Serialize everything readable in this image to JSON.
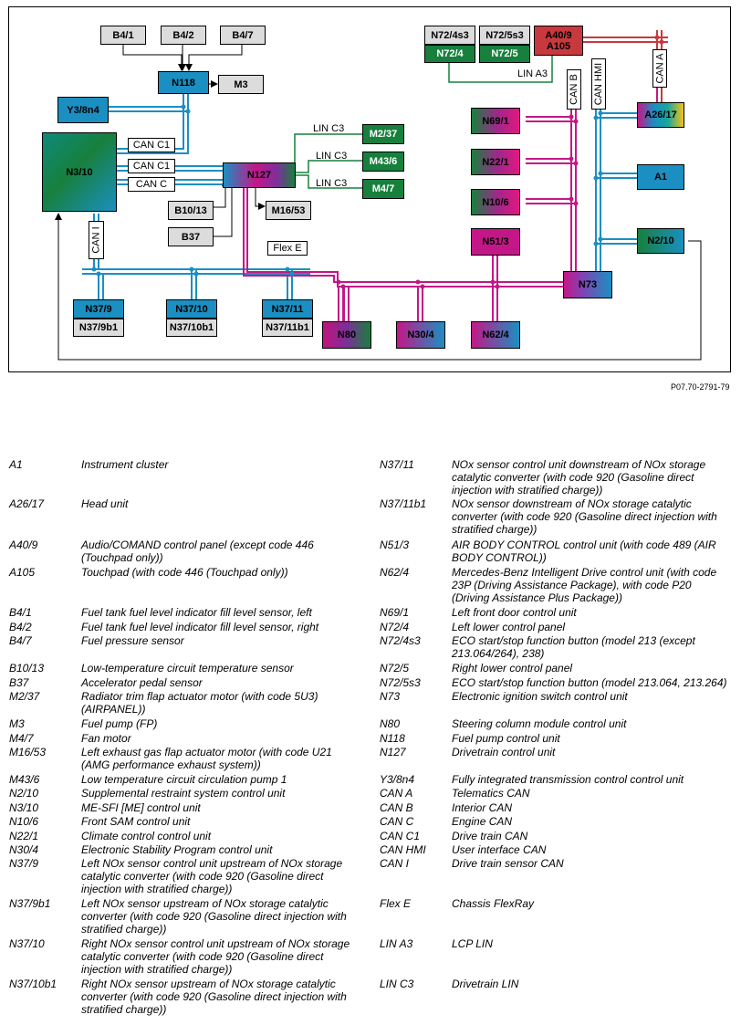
{
  "diagram": {
    "boxes": {
      "b41": "B4/1",
      "b42": "B4/2",
      "b47": "B4/7",
      "n118": "N118",
      "m3": "M3",
      "y38n4": "Y3/8n4",
      "n310": "N3/10",
      "n127": "N127",
      "b1013": "B10/13",
      "b37": "B37",
      "m1653": "M16/53",
      "m237": "M2/37",
      "m436": "M43/6",
      "m47": "M4/7",
      "n379": "N37/9",
      "n379b1": "N37/9b1",
      "n3710": "N37/10",
      "n3710b1": "N37/10b1",
      "n3711": "N37/11",
      "n3711b1": "N37/11b1",
      "n80": "N80",
      "n304": "N30/4",
      "n624": "N62/4",
      "n513": "N51/3",
      "n73": "N73",
      "n691": "N69/1",
      "n221": "N22/1",
      "n106": "N10/6",
      "n724s3": "N72/4s3",
      "n724": "N72/4",
      "n725s3": "N72/5s3",
      "n725": "N72/5",
      "a409": "A40/9",
      "a105": "A105",
      "a2617": "A26/17",
      "a1": "A1",
      "n210": "N2/10"
    },
    "bus_labels": {
      "can_c1_a": "CAN C1",
      "can_c1_b": "CAN C1",
      "can_c": "CAN C",
      "can_i": "CAN I",
      "flex_e": "Flex E",
      "lin_c3_a": "LIN C3",
      "lin_c3_b": "LIN C3",
      "lin_c3_c": "LIN C3",
      "lin_a3": "LIN A3",
      "can_b": "CAN B",
      "can_hmi": "CAN HMI",
      "can_a": "CAN A"
    },
    "colors": {
      "can_blue": "#1b8fc1",
      "flexray_magenta": "#c41787",
      "lin_green": "#17803d",
      "can_a_red": "#c8393d",
      "module_grey": "#dcdcdc"
    }
  },
  "figure_code": "P07.70-2791-79",
  "legend_left": [
    {
      "code": "A1",
      "desc": [
        "Instrument cluster"
      ]
    },
    {
      "code": "A26/17",
      "desc": [
        "Head unit"
      ]
    },
    {
      "code": "A40/9",
      "desc": [
        "Audio/COMAND control panel (except code 446",
        "(Touchpad only))"
      ]
    },
    {
      "code": "A105",
      "desc": [
        "Touchpad (with code 446 (Touchpad only))"
      ]
    },
    {
      "code": "B4/1",
      "desc": [
        "Fuel tank fuel level indicator fill level sensor, left"
      ]
    },
    {
      "code": "B4/2",
      "desc": [
        "Fuel tank fuel level indicator fill level sensor, right"
      ]
    },
    {
      "code": "B4/7",
      "desc": [
        "Fuel pressure sensor"
      ]
    },
    {
      "code": "B10/13",
      "desc": [
        "Low-temperature circuit temperature sensor"
      ]
    },
    {
      "code": "B37",
      "desc": [
        "Accelerator pedal sensor"
      ]
    },
    {
      "code": "M2/37",
      "desc": [
        "Radiator trim flap actuator motor (with code 5U3)",
        "(AIRPANEL))"
      ]
    },
    {
      "code": "M3",
      "desc": [
        "Fuel pump (FP)"
      ]
    },
    {
      "code": "M4/7",
      "desc": [
        "Fan motor"
      ]
    },
    {
      "code": "M16/53",
      "desc": [
        "Left exhaust gas flap actuator motor (with code U21",
        "(AMG performance exhaust system))"
      ]
    },
    {
      "code": "M43/6",
      "desc": [
        "Low temperature circuit circulation pump 1"
      ]
    },
    {
      "code": "N2/10",
      "desc": [
        "Supplemental restraint system control unit"
      ]
    },
    {
      "code": "N3/10",
      "desc": [
        "ME-SFI [ME] control unit"
      ]
    },
    {
      "code": "N10/6",
      "desc": [
        "Front SAM control unit"
      ]
    },
    {
      "code": "N22/1",
      "desc": [
        "Climate control control unit"
      ]
    },
    {
      "code": "N30/4",
      "desc": [
        "Electronic Stability Program control unit"
      ]
    },
    {
      "code": "N37/9",
      "desc": [
        "Left NOx sensor control unit upstream of NOx storage",
        "catalytic converter (with code 920 (Gasoline direct",
        "injection with stratified charge))"
      ]
    },
    {
      "code": "N37/9b1",
      "desc": [
        "Left NOx sensor upstream of NOx storage catalytic",
        "converter (with code 920 (Gasoline direct injection with",
        "stratified charge))"
      ]
    },
    {
      "code": "N37/10",
      "desc": [
        "Right NOx sensor control unit upstream of NOx storage",
        "catalytic converter (with code 920 (Gasoline direct",
        "injection with stratified charge))"
      ]
    },
    {
      "code": "N37/10b1",
      "desc": [
        "Right NOx sensor upstream of NOx storage catalytic",
        "converter (with code 920 (Gasoline direct injection with",
        "stratified charge))"
      ]
    }
  ],
  "legend_right": [
    {
      "code": "N37/11",
      "desc": [
        "NOx sensor control unit downstream of NOx storage",
        "catalytic converter (with code 920 (Gasoline direct",
        "injection with stratified charge))"
      ]
    },
    {
      "code": "N37/11b1",
      "desc": [
        "NOx sensor downstream of NOx storage catalytic",
        "converter (with code 920 (Gasoline direct injection with",
        "stratified charge))"
      ]
    },
    {
      "code": "N51/3",
      "desc": [
        "AIR BODY CONTROL control unit (with code 489 (AIR",
        "BODY CONTROL))"
      ]
    },
    {
      "code": "N62/4",
      "desc": [
        "Mercedes-Benz Intelligent Drive control unit (with code",
        "23P (Driving Assistance Package), with code P20",
        "(Driving Assistance Plus Package))"
      ]
    },
    {
      "code": "N69/1",
      "desc": [
        "Left front door control unit"
      ]
    },
    {
      "code": "N72/4",
      "desc": [
        "Left lower control panel"
      ]
    },
    {
      "code": "N72/4s3",
      "desc": [
        "ECO start/stop function button (model 213 (except",
        "213.064/264), 238)"
      ]
    },
    {
      "code": "N72/5",
      "desc": [
        "Right lower control panel"
      ]
    },
    {
      "code": "N72/5s3",
      "desc": [
        "ECO start/stop function button (model 213.064, 213.264)"
      ]
    },
    {
      "code": "N73",
      "desc": [
        "Electronic ignition switch control unit"
      ]
    },
    {
      "code": "N80",
      "desc": [
        "Steering column module control unit"
      ]
    },
    {
      "code": "N118",
      "desc": [
        "Fuel pump control unit"
      ]
    },
    {
      "code": "N127",
      "desc": [
        "Drivetrain control unit"
      ]
    },
    {
      "code": "Y3/8n4",
      "desc": [
        "Fully integrated transmission control control unit"
      ]
    },
    {
      "code": "CAN A",
      "desc": [
        "Telematics CAN"
      ]
    },
    {
      "code": "CAN B",
      "desc": [
        "Interior CAN"
      ]
    },
    {
      "code": "CAN C",
      "desc": [
        "Engine CAN"
      ]
    },
    {
      "code": "CAN C1",
      "desc": [
        "Drive train CAN"
      ]
    },
    {
      "code": "CAN HMI",
      "desc": [
        "User interface CAN"
      ]
    },
    {
      "code": "CAN I",
      "desc": [
        "Drive train sensor CAN"
      ]
    },
    {
      "code": "Flex E",
      "desc": [
        "Chassis FlexRay"
      ]
    },
    {
      "code": "LIN A3",
      "desc": [
        "LCP LIN"
      ]
    },
    {
      "code": "LIN C3",
      "desc": [
        "Drivetrain LIN"
      ]
    }
  ]
}
